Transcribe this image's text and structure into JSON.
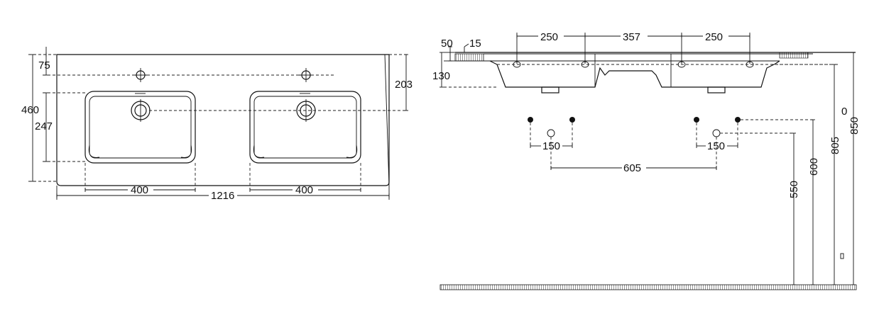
{
  "top_view": {
    "dims": {
      "d75": "75",
      "d460": "460",
      "d247": "247",
      "d203": "203",
      "d400_left": "400",
      "d400_right": "400",
      "d1216": "1216"
    }
  },
  "side_view": {
    "dims": {
      "d50": "50",
      "d15": "15",
      "d130": "130",
      "d250_left": "250",
      "d357": "357",
      "d250_right": "250",
      "d150_left": "150",
      "d150_right": "150",
      "d605": "605",
      "d550": "550",
      "d600": "600",
      "d805": "805",
      "d850": "850",
      "d0": "0"
    }
  }
}
